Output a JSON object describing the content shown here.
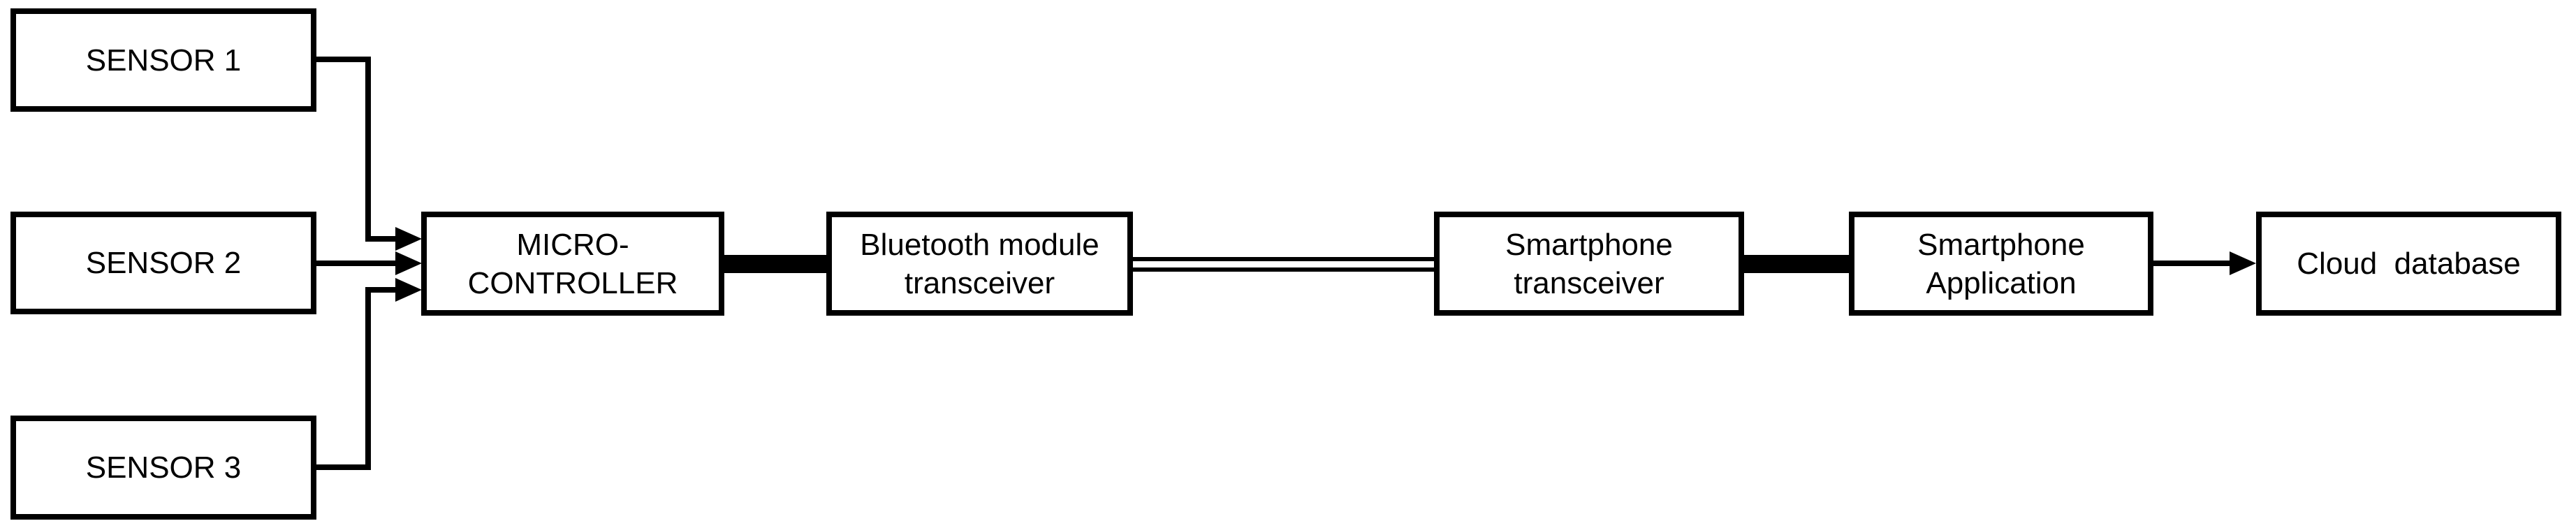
{
  "diagram": {
    "type": "block-diagram",
    "colors": {
      "stroke": "#000000",
      "fill": "#ffffff",
      "text": "#000000"
    },
    "nodes": [
      {
        "id": "sensor-1",
        "lines": [
          "SENSOR 1"
        ]
      },
      {
        "id": "sensor-2",
        "lines": [
          "SENSOR 2"
        ]
      },
      {
        "id": "sensor-3",
        "lines": [
          "SENSOR 3"
        ]
      },
      {
        "id": "microcontroller",
        "lines": [
          "MICRO-",
          "CONTROLLER"
        ]
      },
      {
        "id": "bluetooth-module-transceiver",
        "lines": [
          "Bluetooth module",
          "transceiver"
        ]
      },
      {
        "id": "smartphone-transceiver",
        "lines": [
          "Smartphone",
          "transceiver"
        ]
      },
      {
        "id": "smartphone-application",
        "lines": [
          "Smartphone",
          "Application"
        ]
      },
      {
        "id": "cloud-database",
        "lines": [
          "Cloud  database"
        ]
      }
    ],
    "edges": [
      {
        "from": "sensor-1",
        "to": "microcontroller",
        "style": "thin-line-arrow"
      },
      {
        "from": "sensor-2",
        "to": "microcontroller",
        "style": "thin-line-arrow"
      },
      {
        "from": "sensor-3",
        "to": "microcontroller",
        "style": "thin-line-arrow"
      },
      {
        "from": "microcontroller",
        "to": "bluetooth-module-transceiver",
        "style": "thick-bar"
      },
      {
        "from": "bluetooth-module-transceiver",
        "to": "smartphone-transceiver",
        "style": "double-line"
      },
      {
        "from": "smartphone-transceiver",
        "to": "smartphone-application",
        "style": "thick-bar"
      },
      {
        "from": "smartphone-application",
        "to": "cloud-database",
        "style": "thin-line-arrow"
      }
    ]
  }
}
